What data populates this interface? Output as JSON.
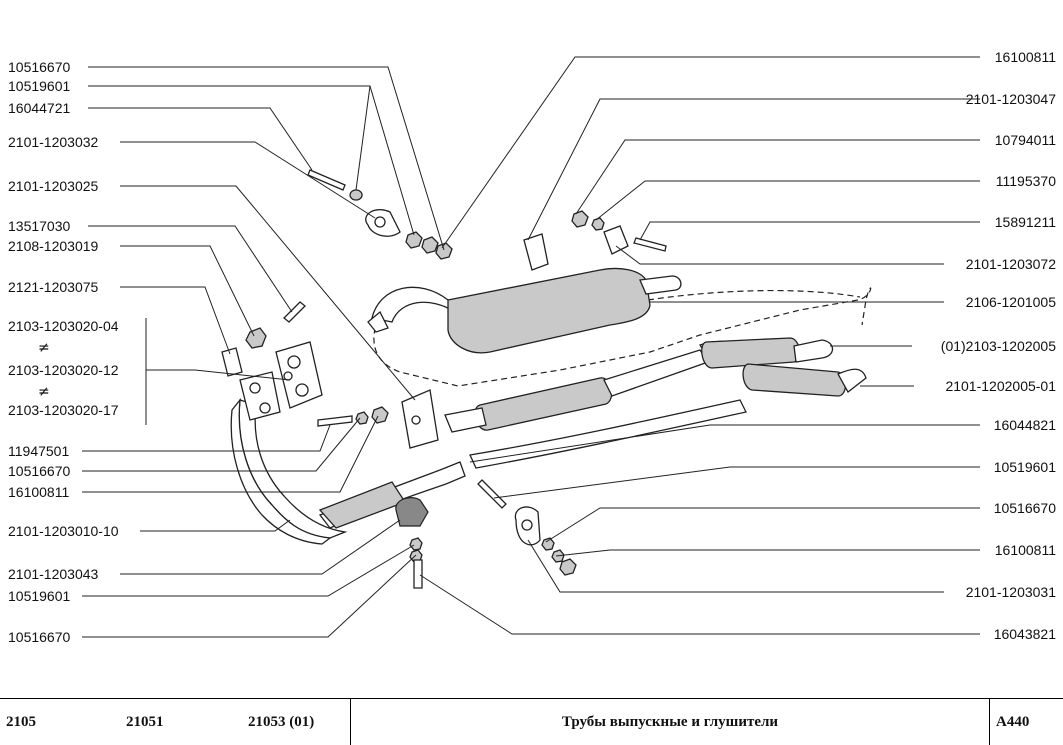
{
  "labels_left": [
    "10516670",
    "10519601",
    "16044721",
    "2101-1203032",
    "2101-1203025",
    "13517030",
    "2108-1203019",
    "2121-1203075",
    "2103-1203020-04",
    "2103-1203020-12",
    "2103-1203020-17",
    "11947501",
    "10516670",
    "16100811",
    "2101-1203010-10",
    "2101-1203043",
    "10519601",
    "10516670"
  ],
  "labels_right": [
    "16100811",
    "2101-1203047",
    "10794011",
    "11195370",
    "15891211",
    "2101-1203072",
    "2106-1201005",
    "(01)2103-1202005",
    "2101-1202005-01",
    "16044821",
    "10519601",
    "10516670",
    "16100811",
    "2101-1203031",
    "16043821"
  ],
  "neq_symbol": "≠",
  "footer": {
    "model_1": "2105",
    "model_2": "21051",
    "model_3": "21053 (01)",
    "title": "Трубы выпускные и глушители",
    "code": "А440"
  }
}
